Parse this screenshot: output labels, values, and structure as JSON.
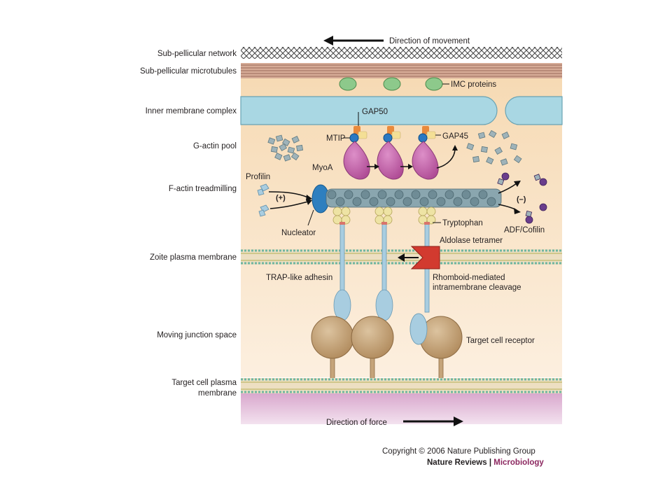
{
  "header": {
    "direction_of_movement": "Direction of movement"
  },
  "layers": {
    "sub_pellicular_network": "Sub-pellicular network",
    "sub_pellicular_microtubules": "Sub-pellicular microtubules",
    "inner_membrane_complex": "Inner membrane complex",
    "g_actin_pool": "G-actin pool",
    "f_actin_treadmilling": "F-actin treadmilling",
    "zoite_plasma_membrane": "Zoite plasma membrane",
    "moving_junction_space": "Moving junction space",
    "target_cell_plasma_membrane_line1": "Target cell plasma",
    "target_cell_plasma_membrane_line2": "membrane"
  },
  "labels": {
    "imc_proteins": "IMC proteins",
    "gap50": "GAP50",
    "mtip": "MTIP",
    "gap45": "GAP45",
    "myoa": "MyoA",
    "profilin": "Profilin",
    "plus": "(+)",
    "minus": "(–)",
    "nucleator": "Nucleator",
    "tryptophan": "Tryptophan",
    "adf_cofilin": "ADF/Cofilin",
    "aldolase_tetramer": "Aldolase tetramer",
    "trap_like_adhesin": "TRAP-like adhesin",
    "rhomboid_line1": "Rhomboid-mediated",
    "rhomboid_line2": "intramembrane cleavage",
    "target_cell_receptor": "Target cell receptor",
    "direction_of_force": "Direction of force"
  },
  "footer": {
    "copyright": "Copyright © 2006 Nature Publishing Group",
    "journal": "Nature Reviews",
    "separator": " | ",
    "section": "Microbiology"
  },
  "colors": {
    "cytoplasm_top": "#f7ddb8",
    "cytoplasm_bottom": "#fbeedc",
    "imc": "#a9d7e3",
    "microtubule": "#b98c78",
    "membrane": "#6fb6a0",
    "target_cytoplasm": "#e7c5de",
    "myosin": "#c25ea8",
    "actin": "#7e9aa4",
    "aldolase": "#eee3a4",
    "adhesin": "#a8cde0",
    "receptor": "#c5a47a",
    "imc_protein": "#8cc88a",
    "nucleator": "#2e7fbf",
    "rhomboid": "#d23a2f",
    "mtip": "#2a78c2",
    "gap50": "#e98a3c",
    "gap45": "#f4df96",
    "cofilin": "#6a3d8c",
    "brand_section": "#8c2860"
  }
}
